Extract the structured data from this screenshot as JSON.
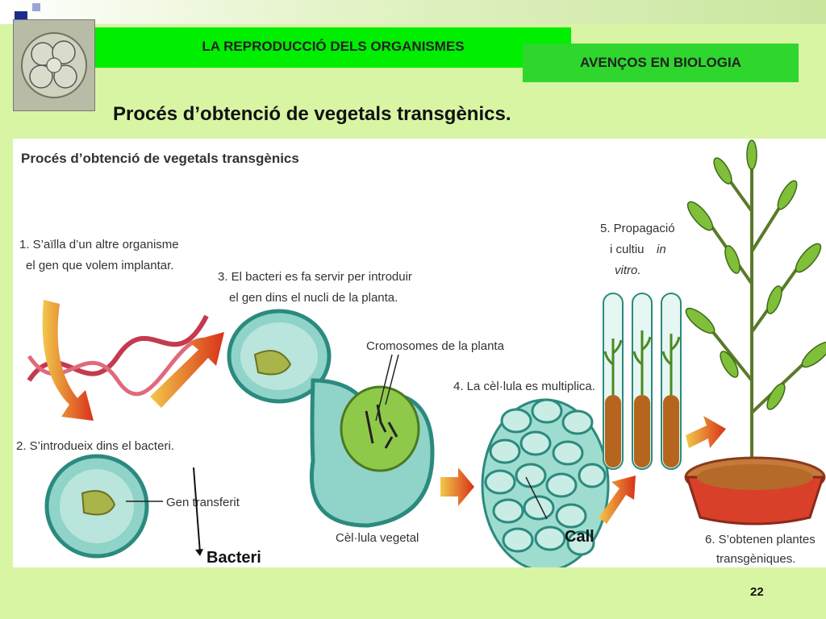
{
  "slide": {
    "header_title": "LA REPRODUCCIÓ DELS ORGANISMES",
    "header_subtitle": "AVENÇOS EN BIOLOGIA",
    "title": "Procés d’obtenció de vegetals transgènics.",
    "page_number": "22"
  },
  "figure": {
    "heading": "Procés d’obtenció de vegetals transgènics",
    "step1": [
      "1. S’aïlla d’un altre organisme",
      "el gen que volem implantar."
    ],
    "step2": "2. S’introdueix dins el bacteri.",
    "step3": [
      "3. El bacteri es fa servir per introduir",
      "el gen dins el nucli de la planta."
    ],
    "step4": "4. La cèl·lula es multiplica.",
    "step5": [
      "5. Propagació",
      "i cultiu",
      "in",
      "vitro."
    ],
    "step6": [
      "6. S’obtenen plantes",
      "transgèniques."
    ],
    "label_gen": "Gen transferit",
    "label_chromosomes": "Cromosomes de la planta",
    "label_cell": "Cèl·lula vegetal",
    "overlay_bacteri": "Bacteri",
    "overlay_call": "Call"
  },
  "colors": {
    "background": "#d8f5a4",
    "banner_primary": "#00ee00",
    "banner_secondary": "#2ed62e",
    "cell_fill": "#8fd3c9",
    "cell_border": "#2b8a7e",
    "arrow": "#d83218"
  }
}
